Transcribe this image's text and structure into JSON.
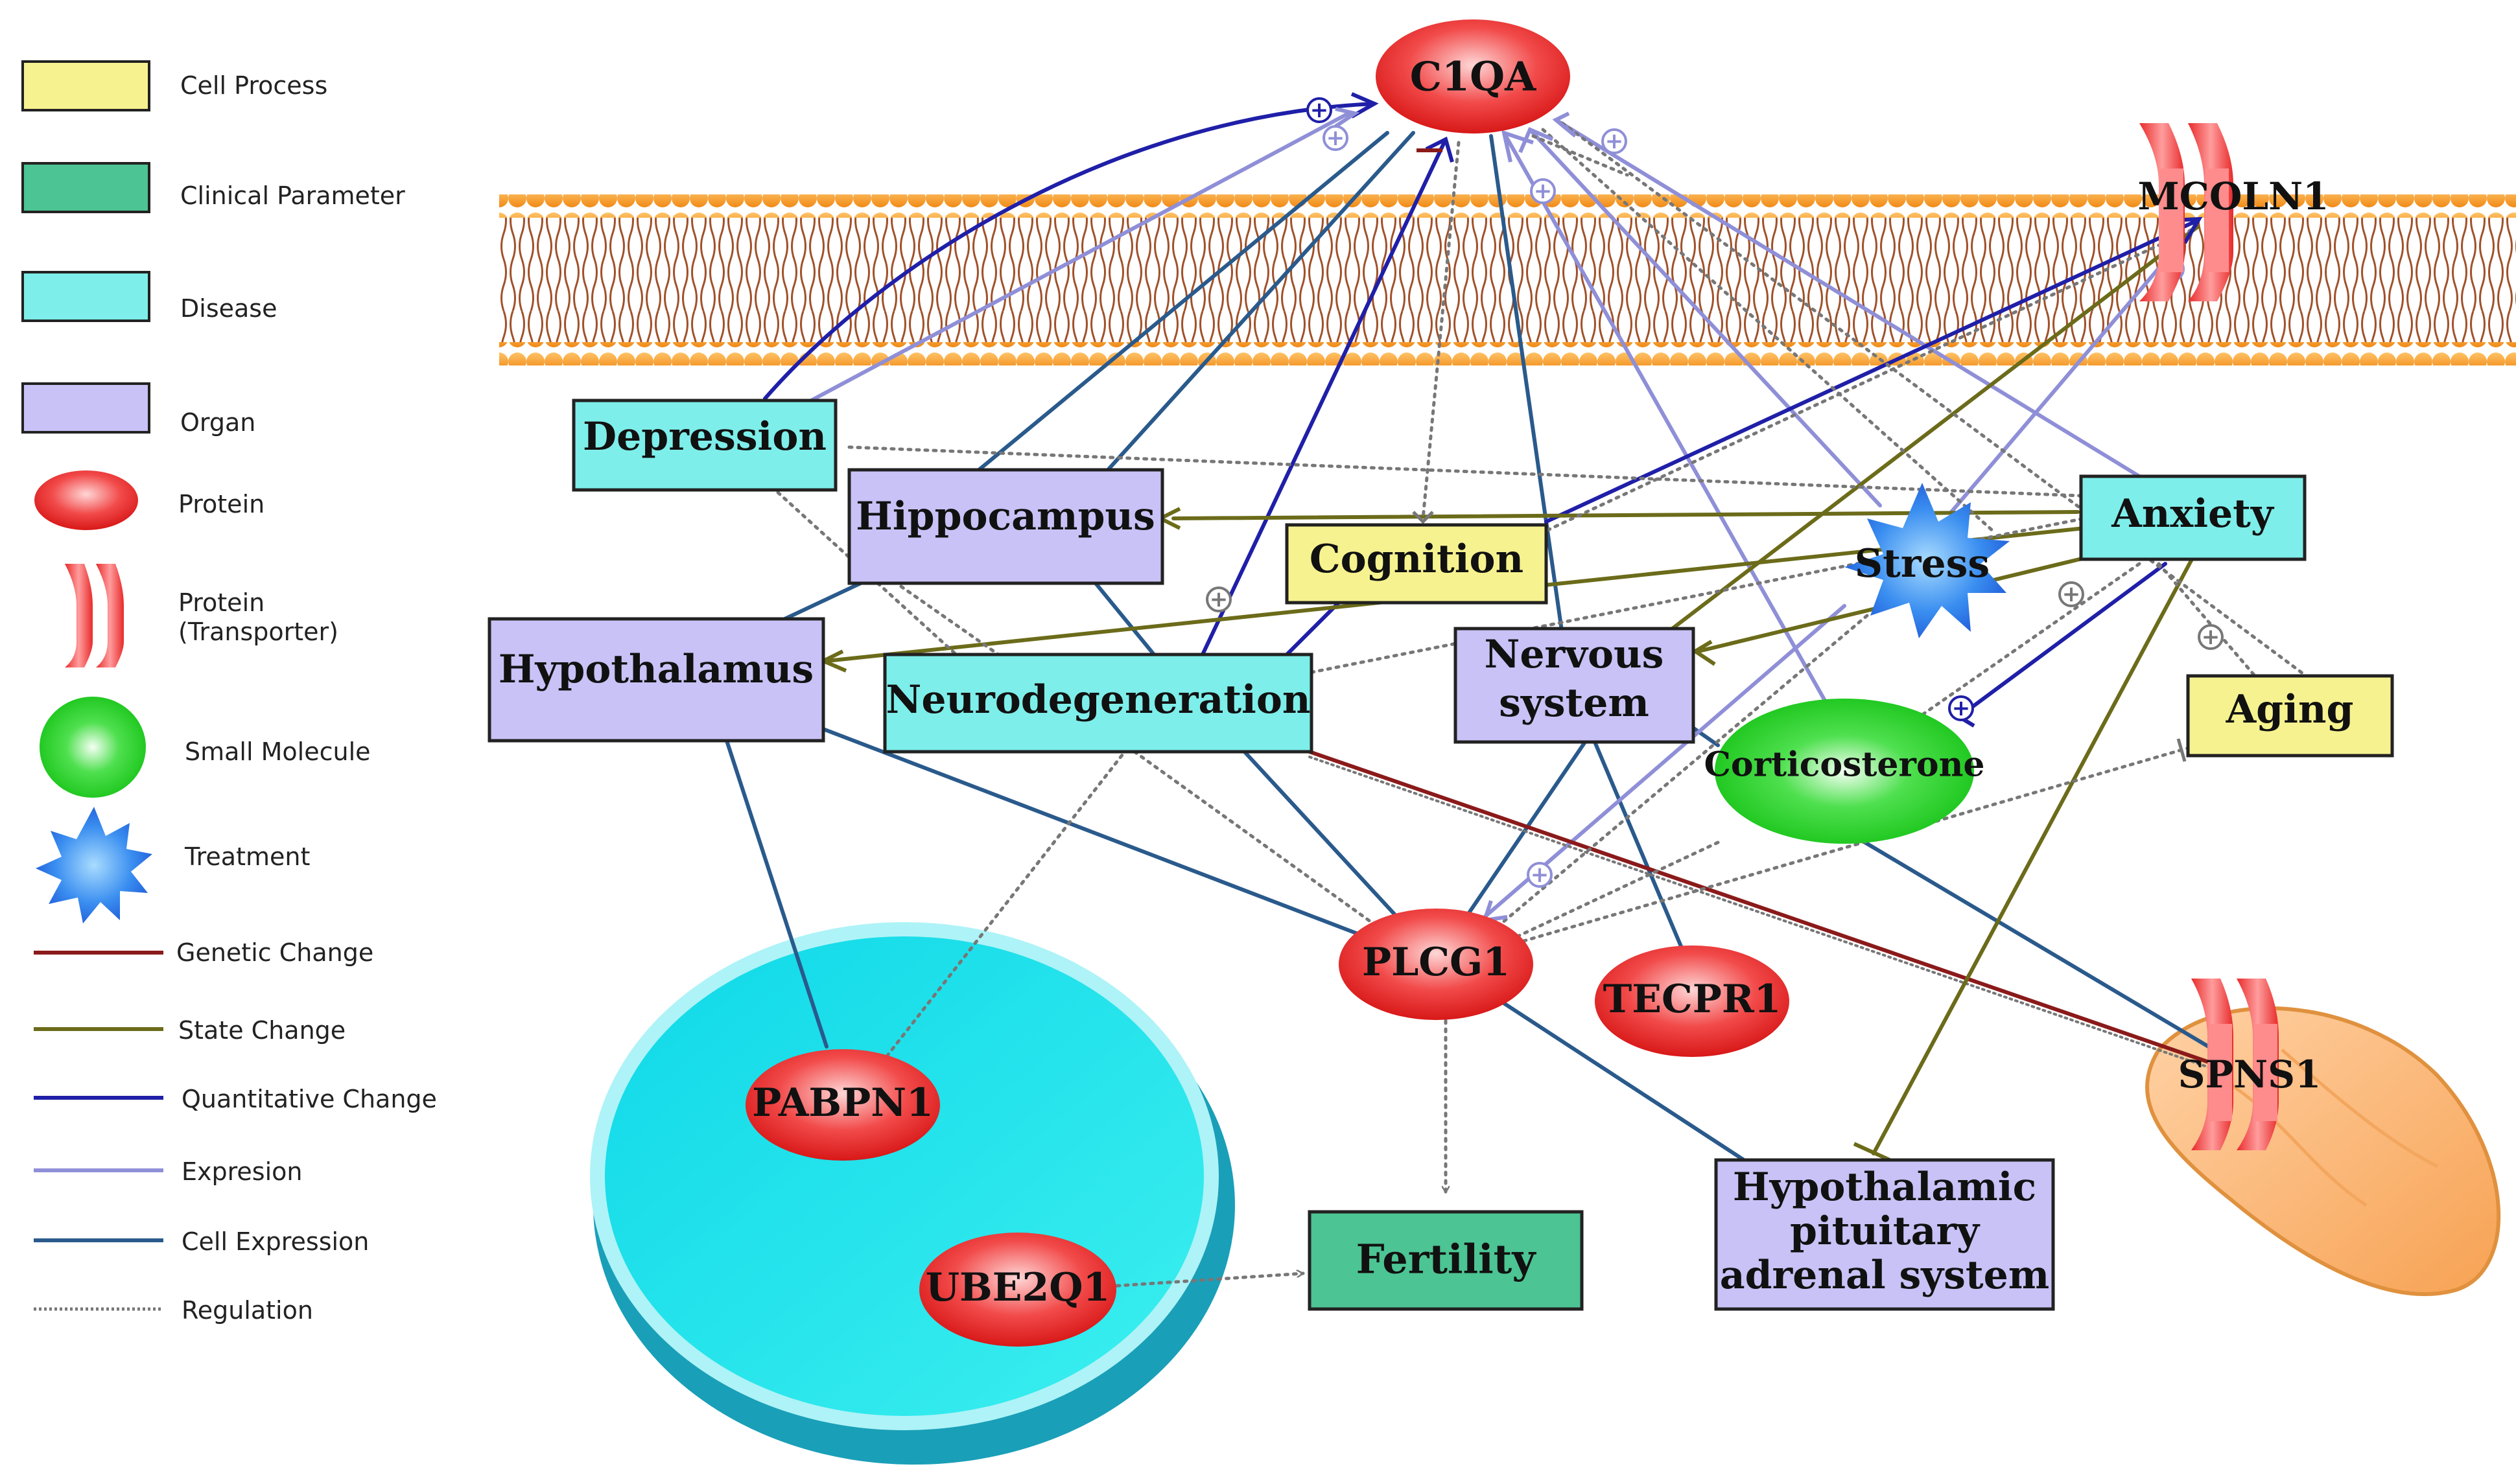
{
  "colors": {
    "cell_process": "#f6f28f",
    "clinical_parameter": "#4cc493",
    "disease": "#7eeeea",
    "organ": "#c8c2f6",
    "genetic_change": "#8b1a1a",
    "state_change": "#6b6b1a",
    "quantitative_change": "#1f1fa8",
    "expression": "#8f8fd8",
    "cell_expression": "#2a5a8c",
    "regulation": "#777777"
  },
  "legend": {
    "cell_process": "Cell Process",
    "clinical_parameter": "Clinical Parameter",
    "disease": "Disease",
    "organ": "Organ",
    "protein": "Protein",
    "protein_transporter_1": "Protein",
    "protein_transporter_2": "(Transporter)",
    "small_molecule": "Small Molecule",
    "treatment": "Treatment",
    "genetic_change": "Genetic Change",
    "state_change": "State Change",
    "quantitative_change": "Quantitative Change",
    "expression": "Expresion",
    "cell_expression": "Cell Expression",
    "regulation": "Regulation"
  },
  "nodes": {
    "c1qa": "C1QA",
    "mcoln1": "MCOLN1",
    "depression": "Depression",
    "hippocampus": "Hippocampus",
    "cognition": "Cognition",
    "stress": "Stress",
    "anxiety": "Anxiety",
    "hypothalamus": "Hypothalamus",
    "neurodegeneration": "Neurodegeneration",
    "nervous_system_1": "Nervous",
    "nervous_system_2": "system",
    "aging": "Aging",
    "corticosterone": "Corticosterone",
    "plcg1": "PLCG1",
    "tecpr1": "TECPR1",
    "spns1": "SPNS1",
    "pabpn1": "PABPN1",
    "ube2q1": "UBE2Q1",
    "fertility": "Fertility",
    "hpa_1": "Hypothalamic",
    "hpa_2": "pituitary",
    "hpa_3": "adrenal system"
  }
}
